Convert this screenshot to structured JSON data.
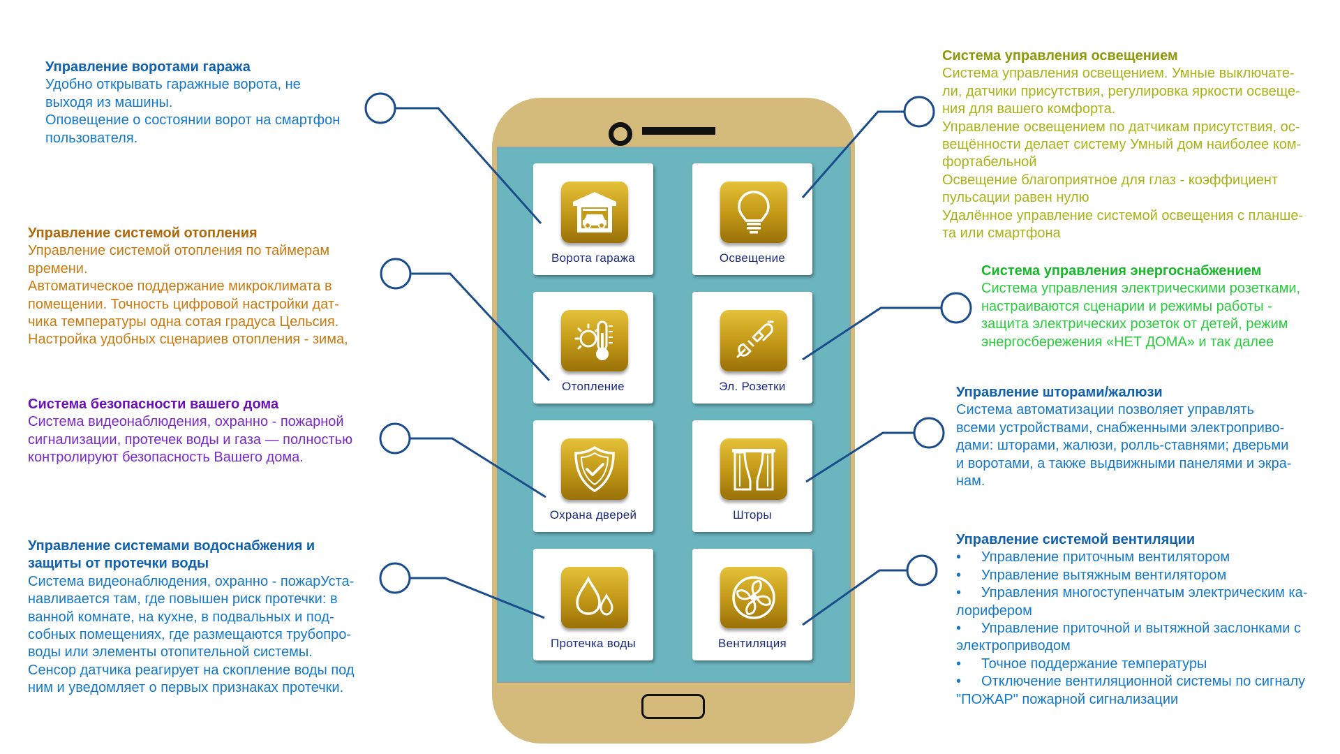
{
  "colors": {
    "phone_body": "#d4bb7c",
    "screen": "#6bb5bf",
    "connector": "#1a4c8c",
    "icon_gold": "#c49a18"
  },
  "tiles": [
    {
      "label": "Ворота гаража",
      "icon": "garage-icon"
    },
    {
      "label": "Освещение",
      "icon": "light-bulb-icon"
    },
    {
      "label": "Отопление",
      "icon": "thermometer-sun-icon"
    },
    {
      "label": "Эл. Розетки",
      "icon": "plug-icon"
    },
    {
      "label": "Охрана дверей",
      "icon": "shield-check-icon"
    },
    {
      "label": "Шторы",
      "icon": "curtains-icon"
    },
    {
      "label": "Протечка воды",
      "icon": "water-drops-icon"
    },
    {
      "label": "Вентиляция",
      "icon": "fan-icon"
    }
  ],
  "garage": {
    "title": "Управление воротами гаража",
    "lines": [
      "Удобно открывать гаражные ворота, не",
      "выходя из машины.",
      "Оповещение о состоянии ворот на смартфон",
      "пользователя."
    ]
  },
  "heating": {
    "title": "Управление системой отопления",
    "lines": [
      "Управление системой отопления по таймерам",
      "времени.",
      "Автоматическое поддержание микроклимата в",
      "помещении. Точность цифровой настройки дат-",
      "чика температуры одна сотая градуса Цельсия.",
      "Настройка удобных сценариев отопления - зима,"
    ]
  },
  "security": {
    "title": "Система безопасности вашего дома",
    "lines": [
      "Система видеонаблюдения, охранно - пожарной",
      "сигнализации, протечек воды и газа — полностью",
      "контролируют безопасность Вашего дома."
    ]
  },
  "water": {
    "title_lines": [
      "Управление системами водоснабжения и",
      "защиты от протечки воды"
    ],
    "lines": [
      "Система видеонаблюдения, охранно - пожарУста-",
      "навливается там, где повышен риск протечки: в",
      "ванной комнате, на кухне, в подвальных и под-",
      "собных помещениях, где размещаются трубопро-",
      "воды или элементы отопительной системы.",
      "Сенсор датчика реагирует на скопление воды под",
      "ним и уведомляет о первых признаках протечки."
    ]
  },
  "light": {
    "title": "Система управления освещением",
    "lines": [
      "Система управления освещением. Умные выключате-",
      "ли, датчики присутствия, регулировка яркости освеще-",
      "ния для вашего комфорта.",
      "Управление освещением по датчикам присутствия, ос-",
      "вещённости делает систему Умный дом наиболее ком-",
      "фортабельной",
      "Освещение благоприятное для глаз - коэффициент",
      "пульсации равен нулю",
      "Удалённое управление системой освещения с планше-",
      "та или смартфона"
    ]
  },
  "energy": {
    "title": "Система управления энергоснабжением",
    "lines": [
      "Система управления электрическими розетками,",
      "настраиваются сценарии и режимы работы -",
      "защита электрических розеток от детей, режим",
      "энергосбережения «НЕТ ДОМА» и так далее"
    ]
  },
  "curtains": {
    "title": "Управление шторами/жалюзи",
    "lines": [
      "Система автоматизации позволяет управлять",
      "всеми устройствами, снабженными электроприво-",
      "дами: шторами, жалюзи, ролль-ставнями; дверьми",
      "и воротами, а также выдвижными панелями и экра-",
      "нам."
    ]
  },
  "vent": {
    "title": "Управление системой вентиляции",
    "bullet": "•",
    "items": [
      {
        "first": "Управление приточным вентилятором",
        "rest": ""
      },
      {
        "first": "Управление вытяжным вентилятором",
        "rest": ""
      },
      {
        "first": "Управления многоступенчатым электрическим ка-",
        "rest": "лорифером"
      },
      {
        "first": "Управление приточной и вытяжной заслонками с",
        "rest": "электроприводом"
      },
      {
        "first": "Точное поддержание температуры",
        "rest": ""
      },
      {
        "first": "Отключение вентиляционной системы по сигналу",
        "rest": "\"ПОЖАР\" пожарной сигнализации"
      }
    ]
  }
}
